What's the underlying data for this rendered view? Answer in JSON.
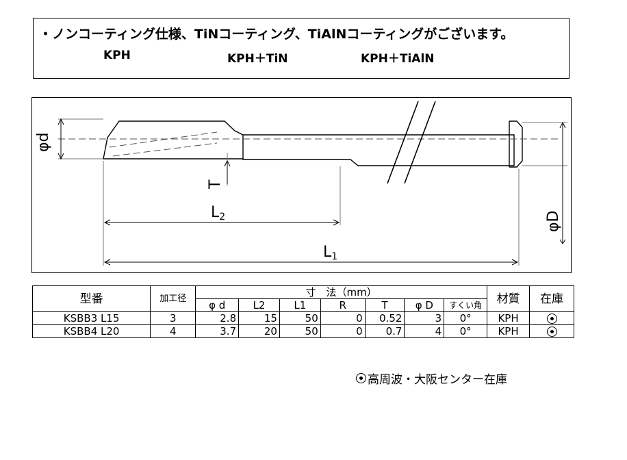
{
  "notice": {
    "line": "・ノンコーティング仕様、TiNコーティング、TiAlNコーティングがございます。",
    "variants": [
      "KPH",
      "KPH＋TiN",
      "KPH＋TiAlN"
    ]
  },
  "drawing": {
    "labels": {
      "phi_d": "φd",
      "phi_D": "φD",
      "T": "T",
      "L2_base": "L",
      "L2_sub": "2",
      "L1_base": "L",
      "L1_sub": "1"
    }
  },
  "table": {
    "headers": {
      "model": "型番",
      "diameter": "加工径",
      "dimensions": "寸　法（mm）",
      "material": "材質",
      "stock": "在庫",
      "sub": [
        "φ d",
        "L2",
        "L1",
        "R",
        "T",
        "φ D",
        "すくい角"
      ]
    },
    "rows": [
      {
        "model": "KSBB3 L15",
        "diameter": "3",
        "phi_d": "2.8",
        "L2": "15",
        "L1": "50",
        "R": "0",
        "T": "0.52",
        "phi_D": "3",
        "rake": "0°",
        "material": "KPH",
        "stock": "in-stock"
      },
      {
        "model": "KSBB4 L20",
        "diameter": "4",
        "phi_d": "3.7",
        "L2": "20",
        "L1": "50",
        "R": "0",
        "T": "0.7",
        "phi_D": "4",
        "rake": "0°",
        "material": "KPH",
        "stock": "in-stock"
      }
    ]
  },
  "footnote": "高周波・大阪センター在庫",
  "icons": {
    "stock": "circle-dot-icon"
  }
}
